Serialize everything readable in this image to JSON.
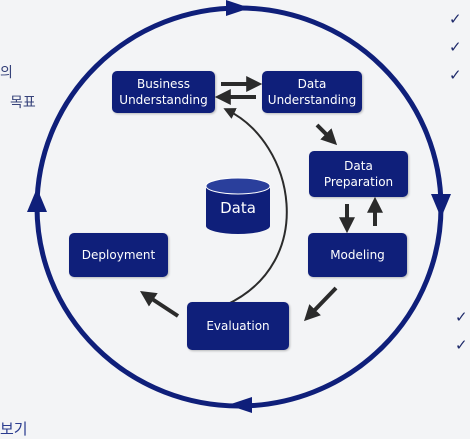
{
  "diagram": {
    "nodes": {
      "business_understanding": "Business\nUnderstanding",
      "data_understanding": "Data\nUnderstanding",
      "data_preparation": "Data\nPreparation",
      "modeling": "Modeling",
      "evaluation": "Evaluation",
      "deployment": "Deployment"
    },
    "center": "Data",
    "colors": {
      "node_fill": "#0f1f7a",
      "ring": "#0f1f7a",
      "arrow": "#2b2b2b",
      "background": "#f3f4f6"
    }
  },
  "background_text": {
    "left_fragment_1": "의",
    "left_fragment_2": "목표",
    "bottom_fragment": "보기",
    "checkmark_glyph": "✓"
  }
}
